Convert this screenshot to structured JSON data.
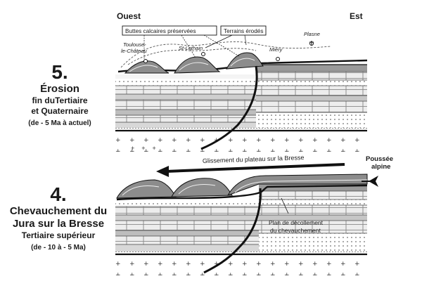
{
  "orientation": {
    "west": "Ouest",
    "east": "Est"
  },
  "stage5": {
    "number": "5.",
    "title": "Érosion",
    "subtitle1": "fin duTertiaire",
    "subtitle2": "et Quaternaire",
    "time": "(de - 5 Ma à actuel)",
    "labels": {
      "buttes": "Buttes calcaires préservées",
      "terrains": "Terrains érodés",
      "toulouse1": "Toulouse-",
      "toulouse2": "le-Château",
      "stlothain": "St-Lothain",
      "miery": "Miéry",
      "plasne": "Plasne"
    }
  },
  "stage4": {
    "number": "4.",
    "title1": "Chevauchement du",
    "title2": "Jura sur la Bresse",
    "subtitle": "Tertiaire supérieur",
    "time": "(de - 10 à - 5 Ma)",
    "labels": {
      "glissement": "Glissement du plateau sur la Bresse",
      "poussee1": "Poussée",
      "poussee2": "alpine",
      "plan1": "Plan de décollement",
      "plan2": "du chevauchement"
    }
  }
}
